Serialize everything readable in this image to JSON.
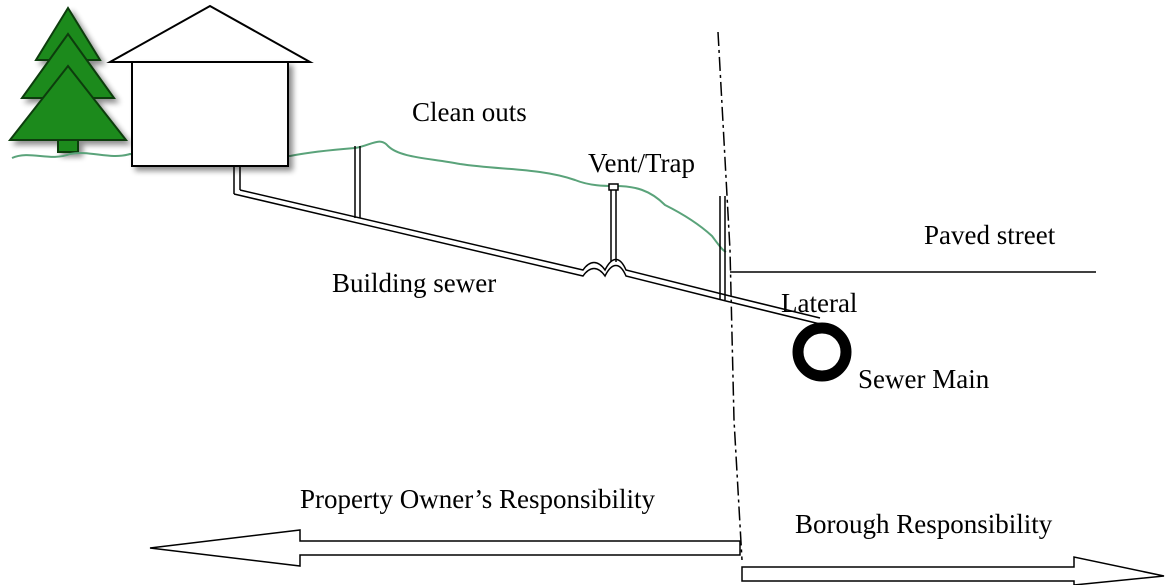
{
  "labels": {
    "clean_outs": "Clean outs",
    "vent_trap": "Vent/Trap",
    "paved_street": "Paved street",
    "building_sewer": "Building sewer",
    "lateral": "Lateral",
    "sewer_main": "Sewer Main",
    "owner_responsibility": "Property Owner’s Responsibility",
    "borough_responsibility": "Borough Responsibility"
  },
  "icons": {
    "tree": "tree-icon",
    "house": "house-icon"
  },
  "colors": {
    "ground_line": "#5aa37a",
    "tree_green": "#1f8a1f",
    "line": "#000000"
  }
}
